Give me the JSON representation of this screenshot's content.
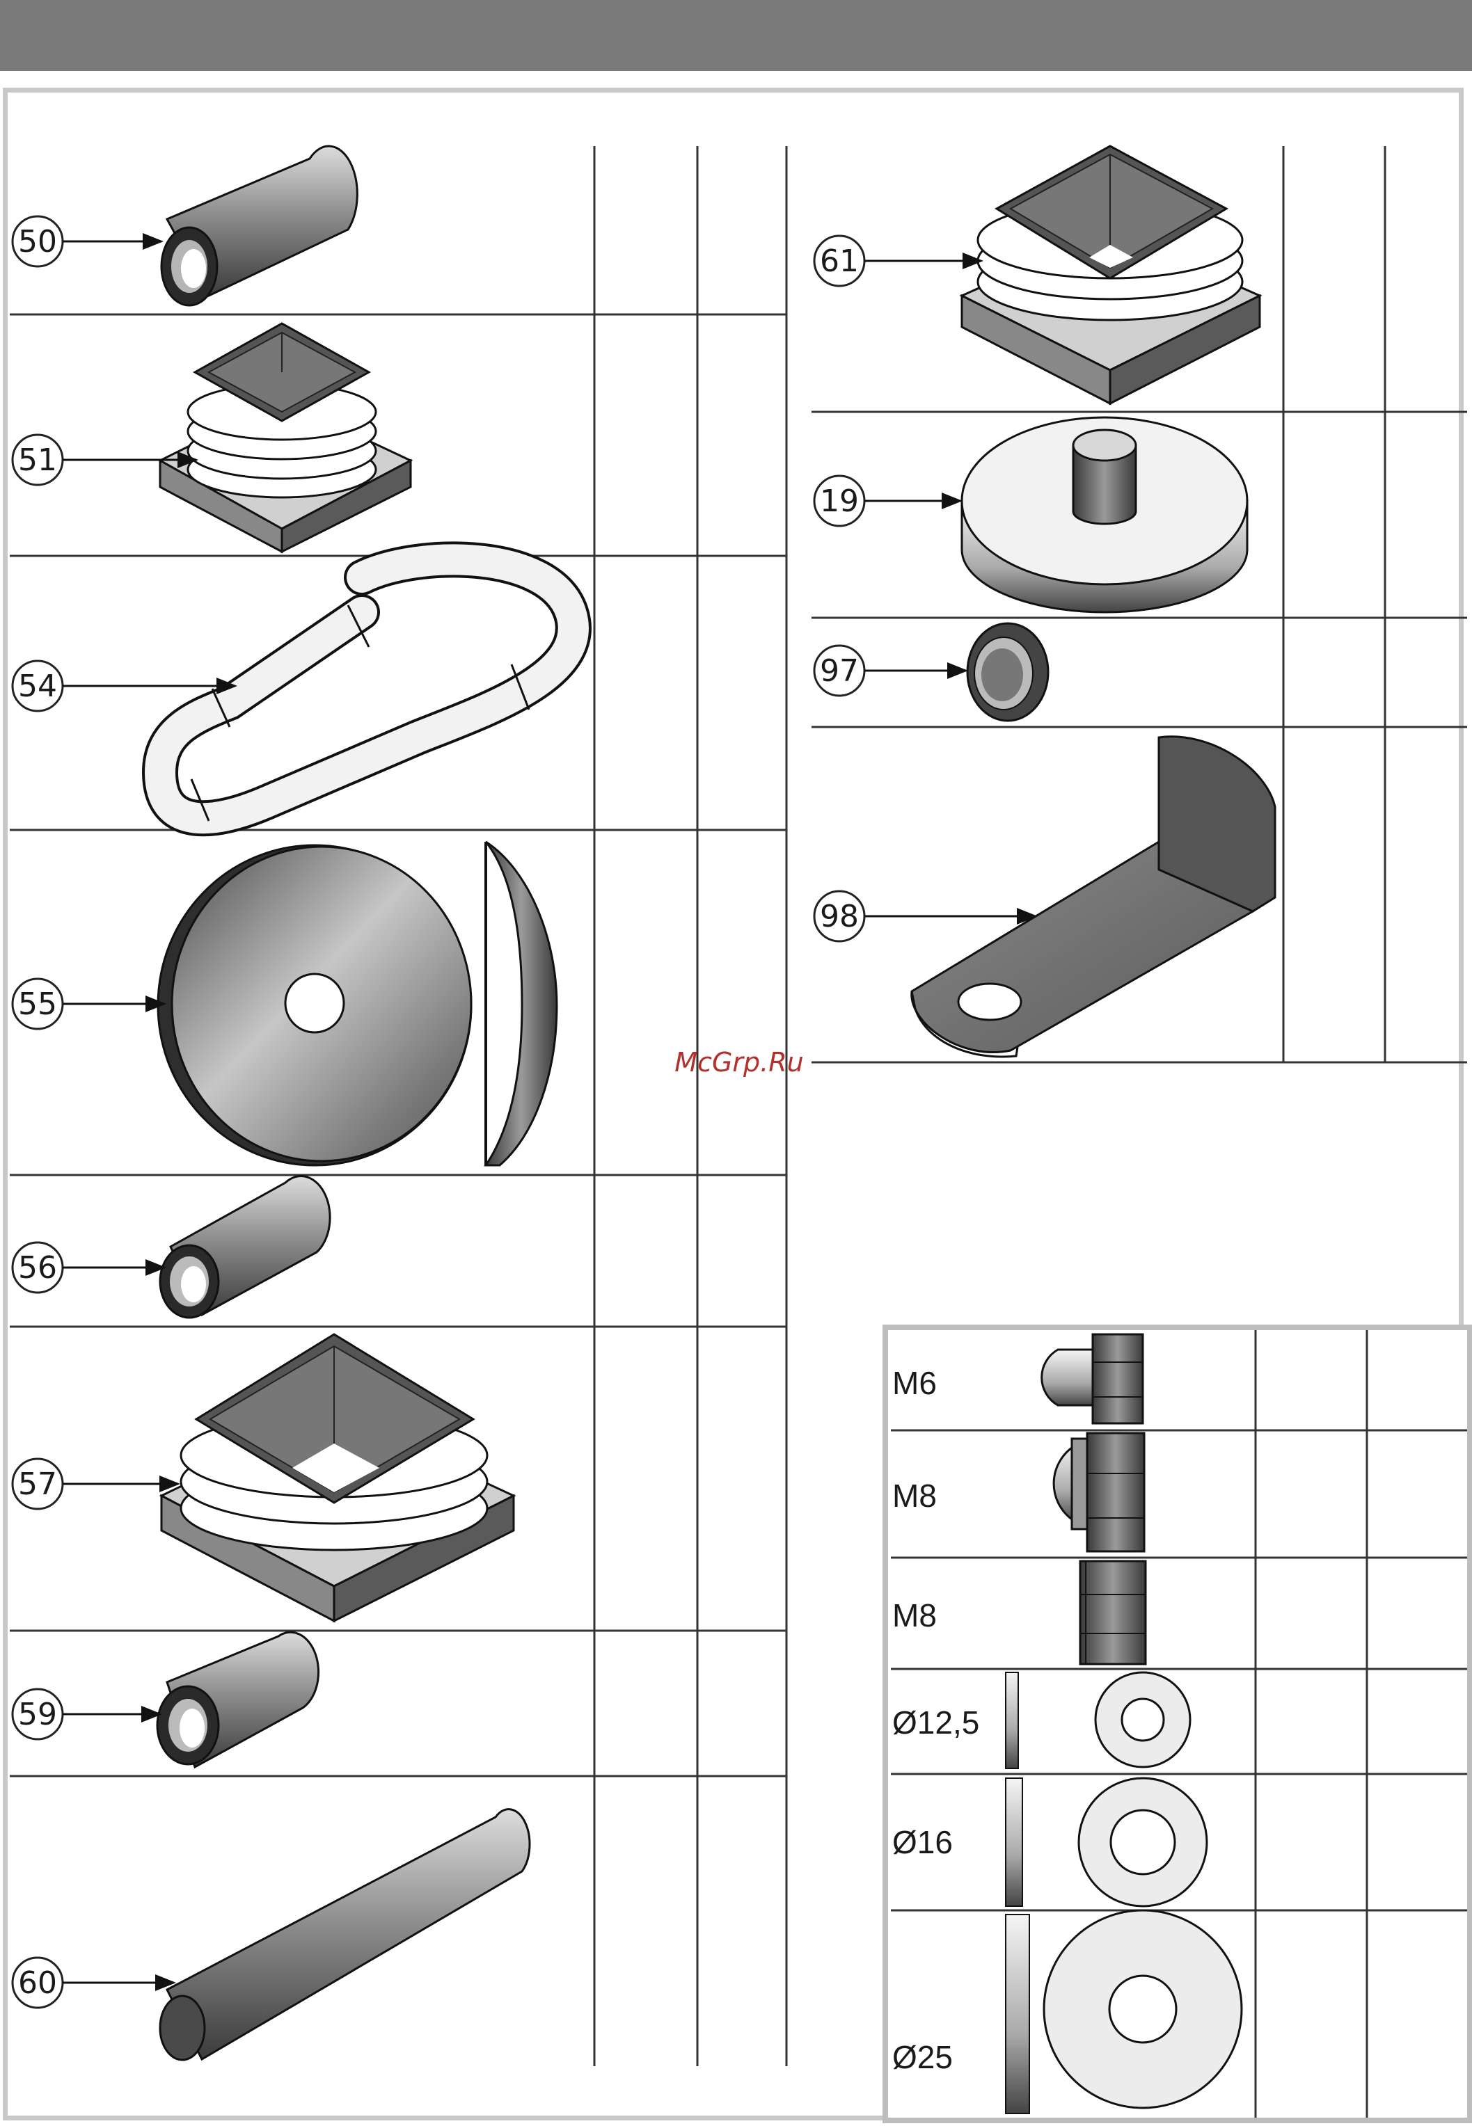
{
  "watermark": "McGrp.Ru",
  "parts": [
    {
      "id": "p50",
      "num": "50"
    },
    {
      "id": "p51",
      "num": "51"
    },
    {
      "id": "p54",
      "num": "54"
    },
    {
      "id": "p55",
      "num": "55"
    },
    {
      "id": "p56",
      "num": "56"
    },
    {
      "id": "p57",
      "num": "57"
    },
    {
      "id": "p59",
      "num": "59"
    },
    {
      "id": "p60",
      "num": "60"
    },
    {
      "id": "p61",
      "num": "61"
    },
    {
      "id": "p19",
      "num": "19"
    },
    {
      "id": "p97",
      "num": "97"
    },
    {
      "id": "p98",
      "num": "98"
    }
  ],
  "hardware": [
    {
      "label": "M6",
      "icon": "acorn-nut-small-icon"
    },
    {
      "label": "M8",
      "icon": "acorn-nut-large-icon"
    },
    {
      "label": "M8",
      "icon": "lock-nut-icon"
    },
    {
      "label": "Ø12,5",
      "icon": "washer-small-icon"
    },
    {
      "label": "Ø16",
      "icon": "washer-medium-icon"
    },
    {
      "label": "Ø25",
      "icon": "washer-large-icon"
    }
  ]
}
